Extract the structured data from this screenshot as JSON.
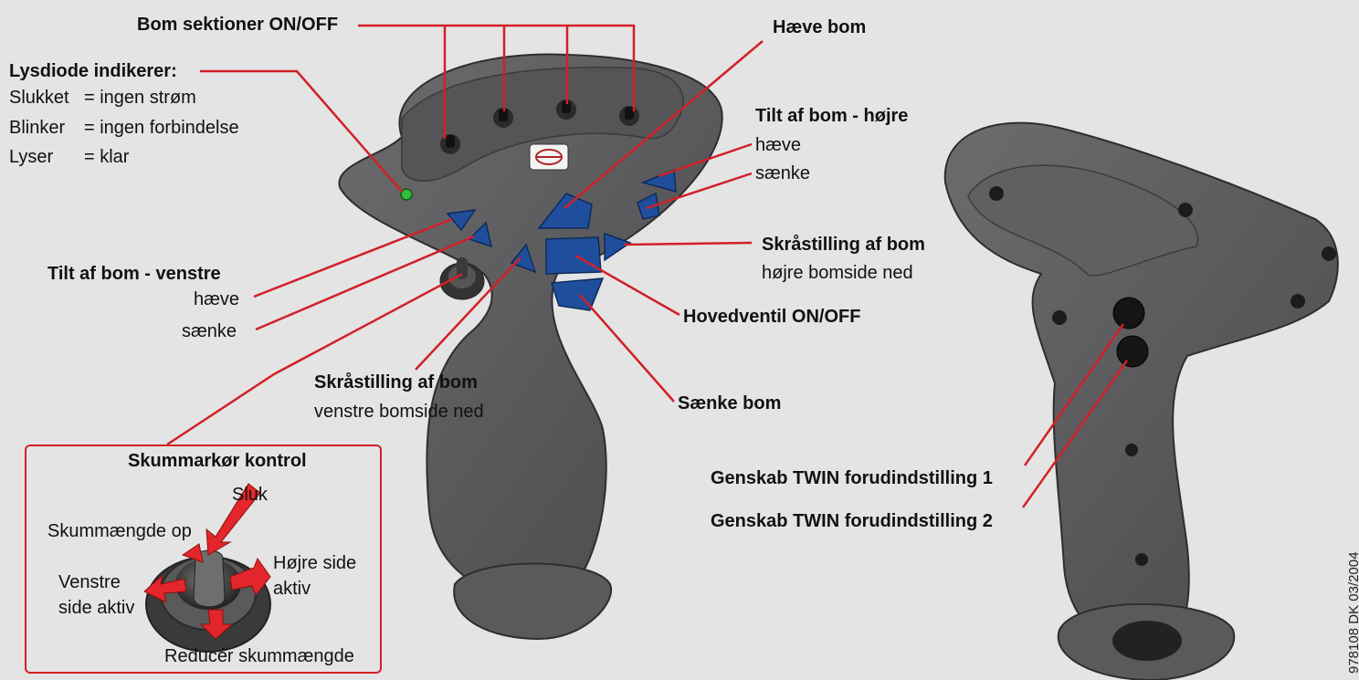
{
  "labels": {
    "bom_sektioner": "Bom sektioner ON/OFF",
    "lysdiode": "Lysdiode indikerer:",
    "slukket_term": "Slukket",
    "slukket_desc": "=  ingen strøm",
    "blinker_term": "Blinker",
    "blinker_desc": "=  ingen forbindelse",
    "lyser_term": "Lyser",
    "lyser_desc": "=  klar",
    "haeve_bom": "Hæve bom",
    "tilt_hojre": "Tilt af bom - højre",
    "tilt_hojre_haeve": "hæve",
    "tilt_hojre_saenke": "sænke",
    "skra_hojre_title": "Skråstilling af bom",
    "skra_hojre_sub": "højre bomside ned",
    "tilt_venstre": "Tilt af bom - venstre",
    "tilt_venstre_haeve": "hæve",
    "tilt_venstre_saenke": "sænke",
    "hovedventil": "Hovedventil ON/OFF",
    "skra_venstre_title": "Skråstilling af bom",
    "skra_venstre_sub": "venstre bomside ned",
    "saenke_bom": "Sænke bom",
    "genskab1": "Genskab TWIN forudindstilling 1",
    "genskab2": "Genskab TWIN forudindstilling 2"
  },
  "foam_box": {
    "title": "Skummarkør kontrol",
    "sluk": "Sluk",
    "op": "Skummængde op",
    "hojre_line1": "Højre side",
    "hojre_line2": "aktiv",
    "venstre_line1": "Venstre",
    "venstre_line2": "side aktiv",
    "reducer": "Reducér skummængde"
  },
  "doc_code": "978108 DK 03/2004",
  "colors": {
    "leader": "#d22027",
    "button": "#1f4f9c",
    "body": "#5d5d5f",
    "led": "#2fbf3a",
    "arrow": "#e3262b"
  }
}
